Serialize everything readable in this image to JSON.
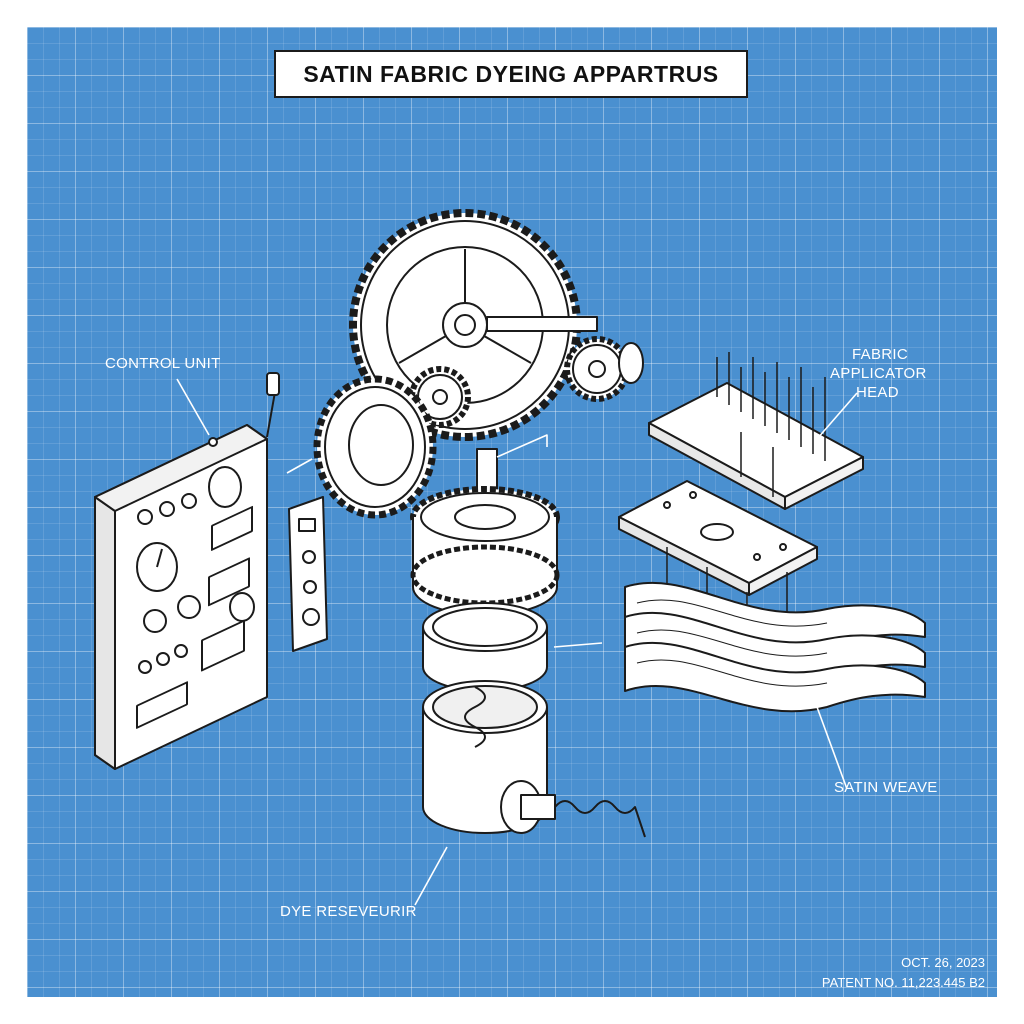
{
  "title": "SATIN FABRIC DYEING APPARTRUS",
  "labels": {
    "control_unit": "CONTROL UNIT",
    "applicator_head_line1": "FABRIC",
    "applicator_head_line2": "APPLICATOR",
    "applicator_head_line3": "HEAD",
    "satin_weave": "SATIN WEAVE",
    "dye_reservoir": "DYE RESEVEURIR"
  },
  "footer": {
    "date": "OCT. 26, 2023",
    "patent": "PATENT NO. 11,223.445 B2"
  },
  "colors": {
    "background": "#4a90d0",
    "part_fill": "#ffffff",
    "outline": "#1b1b1b"
  }
}
